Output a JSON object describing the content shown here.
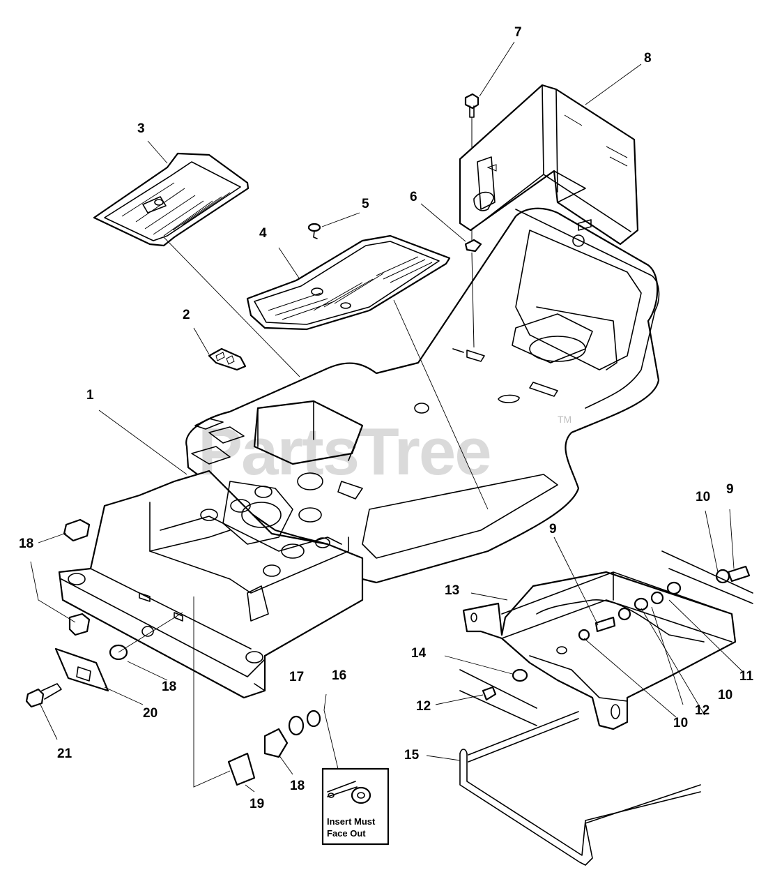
{
  "watermark": "PartsTree",
  "watermark_tm": "TM",
  "callouts": [
    {
      "id": "c1",
      "label": "1"
    },
    {
      "id": "c2",
      "label": "2"
    },
    {
      "id": "c3",
      "label": "3"
    },
    {
      "id": "c4",
      "label": "4"
    },
    {
      "id": "c5",
      "label": "5"
    },
    {
      "id": "c6",
      "label": "6"
    },
    {
      "id": "c7",
      "label": "7"
    },
    {
      "id": "c8",
      "label": "8"
    },
    {
      "id": "c9a",
      "label": "9"
    },
    {
      "id": "c9b",
      "label": "9"
    },
    {
      "id": "c10a",
      "label": "10"
    },
    {
      "id": "c10b",
      "label": "10"
    },
    {
      "id": "c10c",
      "label": "10"
    },
    {
      "id": "c11",
      "label": "11"
    },
    {
      "id": "c12a",
      "label": "12"
    },
    {
      "id": "c12b",
      "label": "12"
    },
    {
      "id": "c13",
      "label": "13"
    },
    {
      "id": "c14",
      "label": "14"
    },
    {
      "id": "c15",
      "label": "15"
    },
    {
      "id": "c16",
      "label": "16"
    },
    {
      "id": "c17",
      "label": "17"
    },
    {
      "id": "c18a",
      "label": "18"
    },
    {
      "id": "c18b",
      "label": "18"
    },
    {
      "id": "c18c",
      "label": "18"
    },
    {
      "id": "c19",
      "label": "19"
    },
    {
      "id": "c20",
      "label": "20"
    },
    {
      "id": "c21",
      "label": "21"
    }
  ],
  "inset_note": {
    "line1": "Insert Must",
    "line2": "Face Out"
  }
}
